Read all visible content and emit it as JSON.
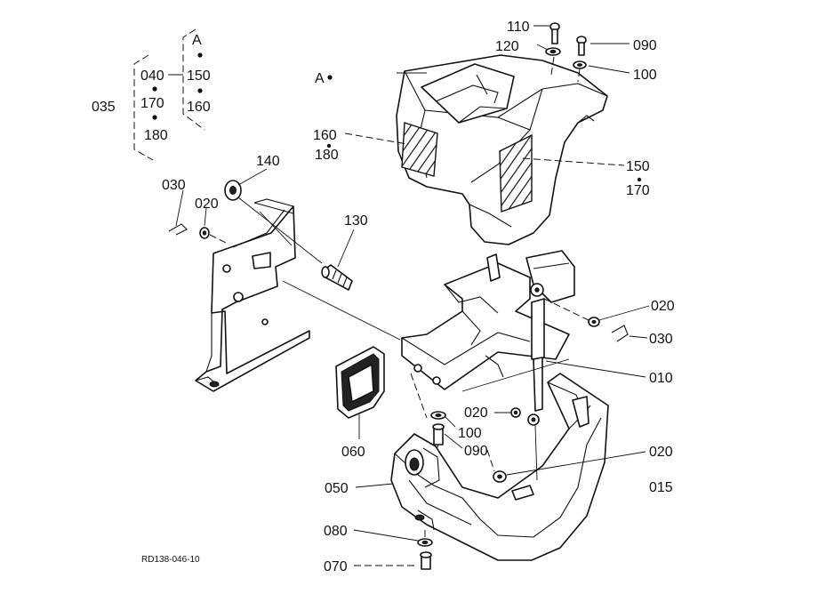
{
  "diagram": {
    "drawing_code": "RD138-046-10",
    "callouts": [
      {
        "id": "110",
        "text": "110"
      },
      {
        "id": "120",
        "text": "120"
      },
      {
        "id": "090a",
        "text": "090"
      },
      {
        "id": "100a",
        "text": "100"
      },
      {
        "id": "A_marker",
        "text": "A"
      },
      {
        "id": "160",
        "text": "160"
      },
      {
        "id": "180",
        "text": "180"
      },
      {
        "id": "150",
        "text": "150"
      },
      {
        "id": "170",
        "text": "170"
      },
      {
        "id": "140",
        "text": "140"
      },
      {
        "id": "030a",
        "text": "030"
      },
      {
        "id": "020a",
        "text": "020"
      },
      {
        "id": "130",
        "text": "130"
      },
      {
        "id": "020b",
        "text": "020"
      },
      {
        "id": "030b",
        "text": "030"
      },
      {
        "id": "010",
        "text": "010"
      },
      {
        "id": "020c",
        "text": "020"
      },
      {
        "id": "100b",
        "text": "100"
      },
      {
        "id": "090b",
        "text": "090"
      },
      {
        "id": "060",
        "text": "060"
      },
      {
        "id": "020d",
        "text": "020"
      },
      {
        "id": "050",
        "text": "050"
      },
      {
        "id": "015",
        "text": "015"
      },
      {
        "id": "080",
        "text": "080"
      },
      {
        "id": "070",
        "text": "070"
      }
    ],
    "set_legend": {
      "header": "A",
      "col1": [
        "040",
        "170",
        "180"
      ],
      "col2": [
        "150",
        "160"
      ],
      "group": "035"
    }
  }
}
